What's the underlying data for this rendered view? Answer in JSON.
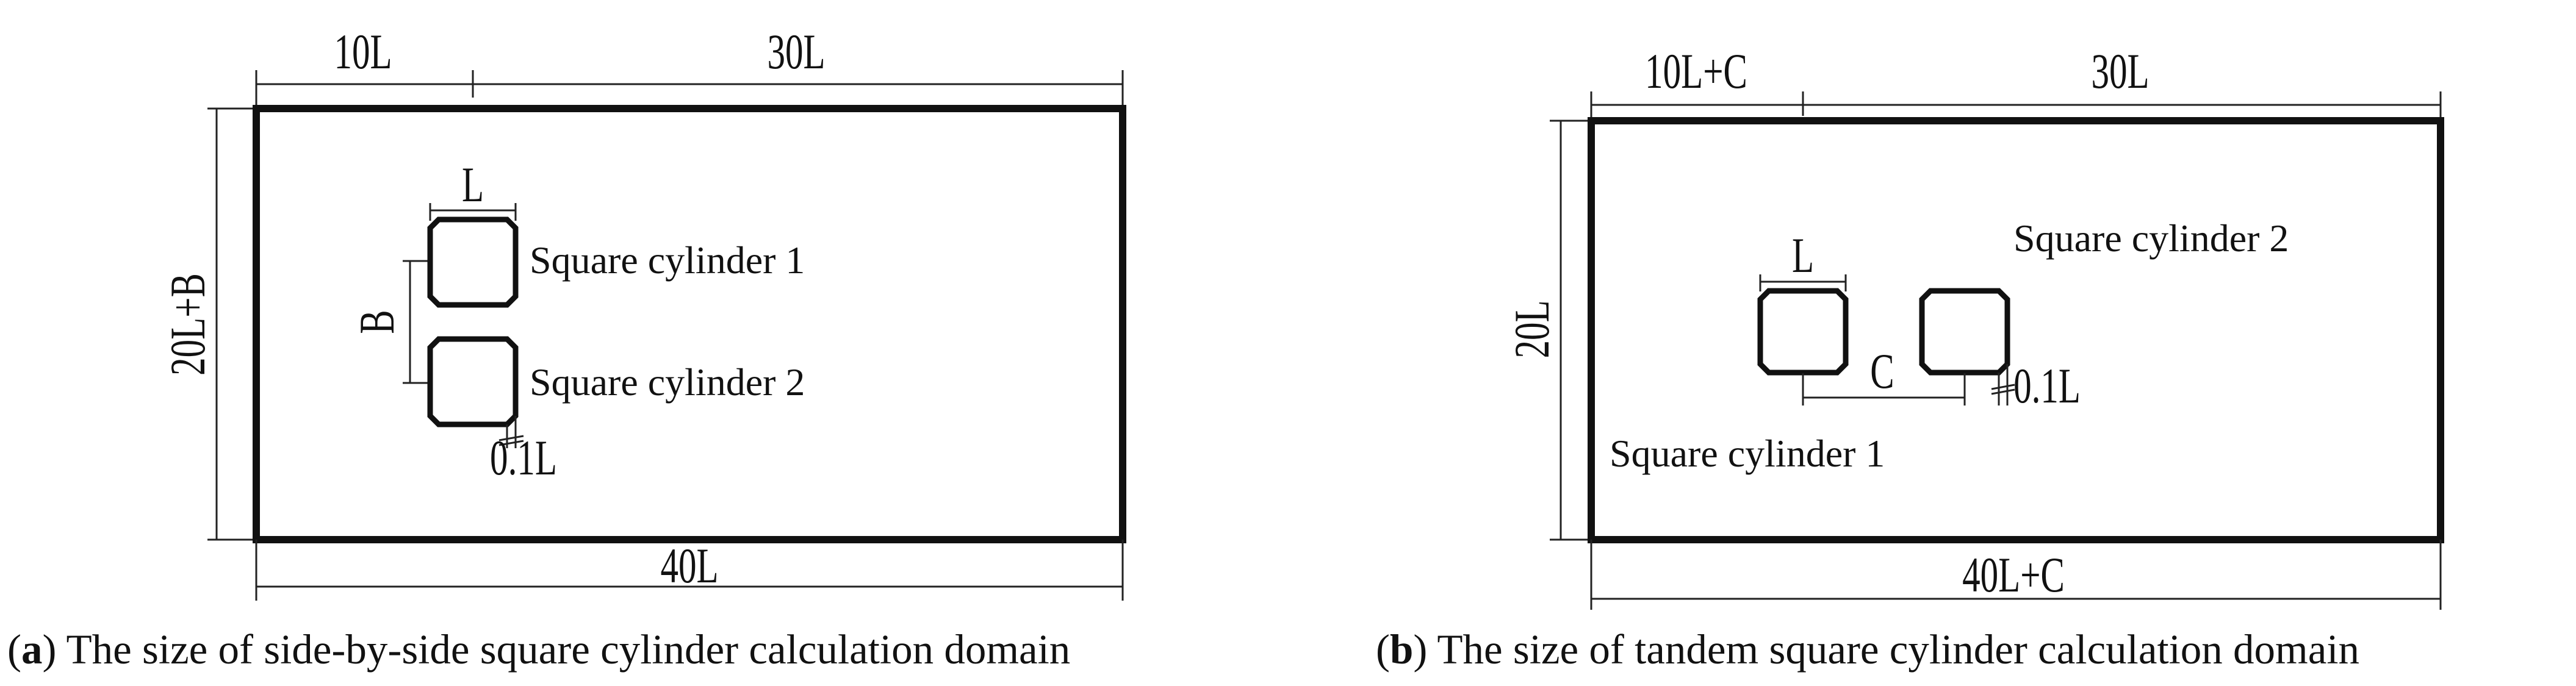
{
  "panel_a": {
    "dims": {
      "top_left": "10L",
      "top_right": "30L",
      "height": "20L+B",
      "bottom": "40L",
      "cyl_width": "L",
      "gap": "B",
      "corner": "0.1L"
    },
    "labels": {
      "cylinder_1": "Square cylinder 1",
      "cylinder_2": "Square cylinder 2"
    },
    "caption": {
      "letter": "a",
      "text": " The size of side-by-side square cylinder calculation domain"
    }
  },
  "panel_b": {
    "dims": {
      "top_left": "10L+C",
      "top_right": "30L",
      "height": "20L",
      "bottom": "40L+C",
      "cyl_width": "L",
      "spacing": "C",
      "corner": "0.1L"
    },
    "labels": {
      "cylinder_1": "Square cylinder 1",
      "cylinder_2": "Square cylinder 2"
    },
    "caption": {
      "letter": "b",
      "text": " The size of tandem square cylinder calculation domain"
    }
  }
}
